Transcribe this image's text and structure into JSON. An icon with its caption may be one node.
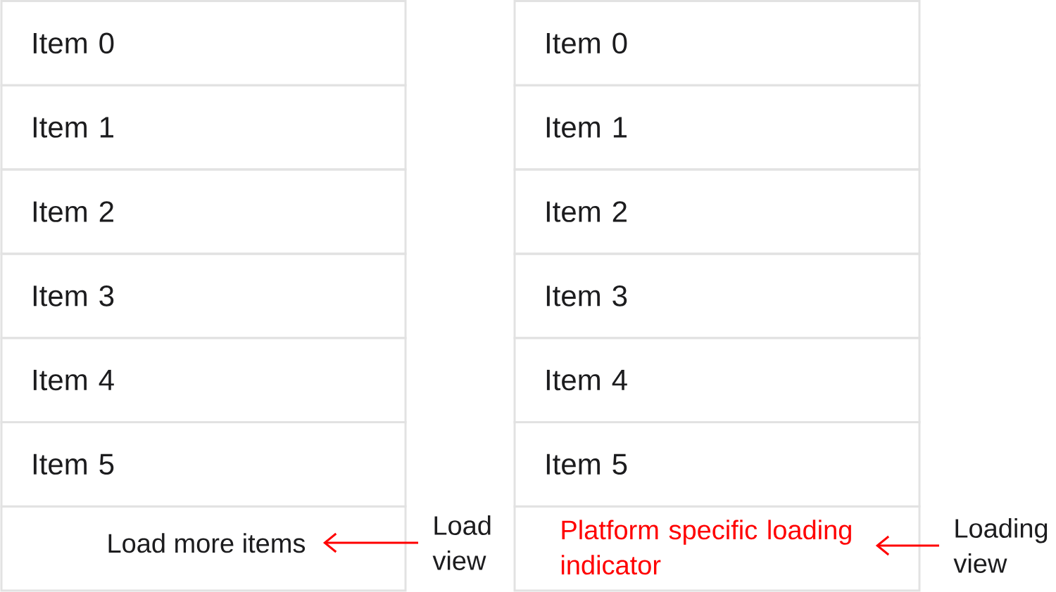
{
  "diagram": {
    "nodes": [
      {
        "text": [
          "Item 0"
        ]
      },
      {
        "text": [
          "Item 1"
        ]
      },
      {
        "text": [
          "Item 2"
        ]
      },
      {
        "text": [
          "Item 3"
        ]
      },
      {
        "text": [
          "Item 4"
        ]
      },
      {
        "text": [
          "Item 5"
        ]
      },
      {
        "text": [],
        "shape": "box"
      },
      {
        "text": [
          "Load more items"
        ],
        "in": 6
      },
      {
        "text": [
          "Item 0"
        ]
      },
      {
        "text": [
          "Item 1"
        ]
      },
      {
        "text": [
          "Item 2"
        ]
      },
      {
        "text": [
          "Item 3"
        ]
      },
      {
        "text": [
          "Item 4"
        ]
      },
      {
        "text": [
          "Item 5"
        ]
      },
      {
        "text": [],
        "shape": "box"
      },
      {
        "text": [
          "Platform specific loading indicator"
        ],
        "in": 14
      },
      {
        "text": [
          "Load view"
        ]
      },
      {
        "text": [
          "Loading view"
        ]
      }
    ],
    "edges": [
      {
        "from": 16,
        "to": 7,
        "arrow": "to",
        "color": "#ff0000"
      },
      {
        "from": 17,
        "to": 15,
        "arrow": "to",
        "color": "#ff0000"
      }
    ]
  }
}
